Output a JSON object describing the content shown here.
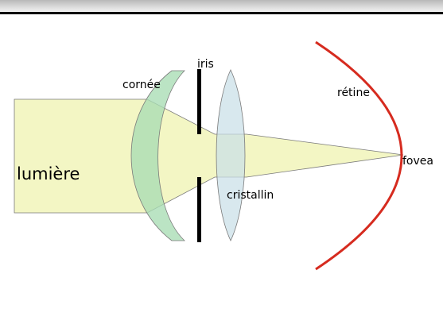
{
  "labels": {
    "light": "lumière",
    "cornea": "cornée",
    "iris": "iris",
    "retina": "rétine",
    "lens": "cristallin",
    "fovea": "fovea"
  },
  "colors": {
    "light": "#f3f6c4",
    "cornea": "#a8dcb4",
    "lens": "#c9dfe8",
    "retina": "#d62b1f",
    "iris": "#000000",
    "outline": "#7a7a7a"
  }
}
